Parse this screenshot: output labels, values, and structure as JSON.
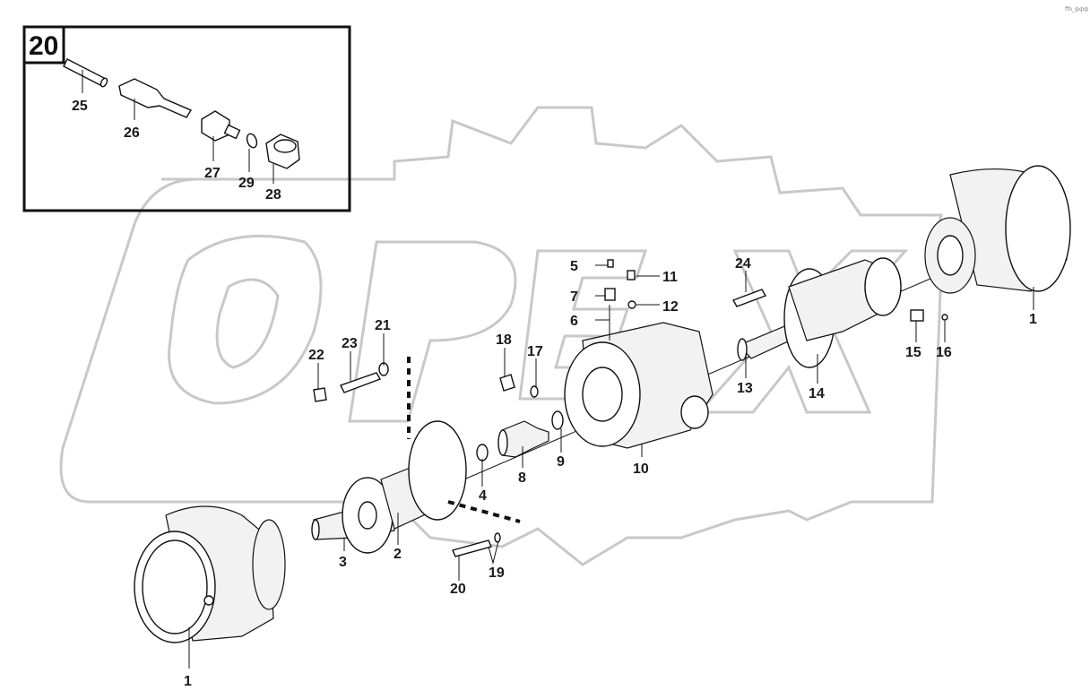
{
  "corner_mark": "ffb_ффф",
  "inset": {
    "number": "20",
    "callouts": [
      "25",
      "26",
      "27",
      "29",
      "28"
    ]
  },
  "callouts": {
    "c1a": "1",
    "c1b": "1",
    "c2": "2",
    "c3": "3",
    "c4": "4",
    "c5": "5",
    "c6": "6",
    "c7": "7",
    "c8": "8",
    "c9": "9",
    "c10": "10",
    "c11": "11",
    "c12": "12",
    "c13": "13",
    "c14": "14",
    "c15": "15",
    "c16": "16",
    "c17": "17",
    "c18": "18",
    "c19": "19",
    "c20": "20",
    "c21": "21",
    "c22": "22",
    "c23": "23",
    "c24": "24"
  }
}
